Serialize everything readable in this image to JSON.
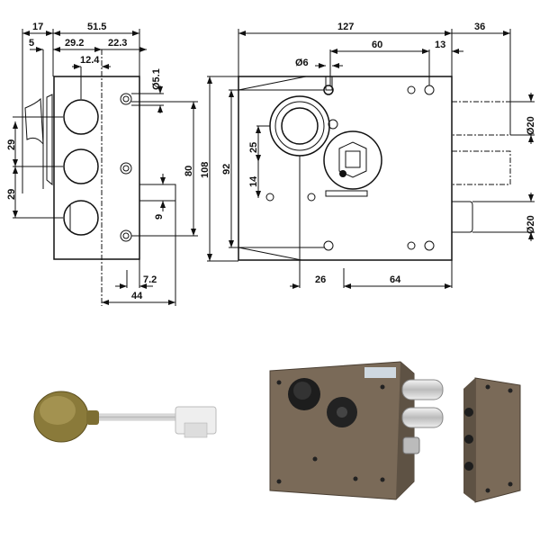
{
  "side_view": {
    "dims": {
      "d17": "17",
      "d51_5": "51.5",
      "d5": "5",
      "d29_2": "29.2",
      "d22_3": "22.3",
      "d12_4": "12.4",
      "d5_1": "Ø5.1",
      "d29a": "29",
      "d29b": "29",
      "d80": "80",
      "d9": "9",
      "d7_2": "7.2",
      "d44": "44",
      "d108": "108"
    }
  },
  "front_view": {
    "dims": {
      "d127": "127",
      "d36": "36",
      "d60": "60",
      "d13": "13",
      "d6": "Ø6",
      "d92": "92",
      "d25": "25",
      "d14": "14",
      "d20a": "Ø20",
      "d20b": "Ø20",
      "d26": "26",
      "d64": "64"
    }
  },
  "colors": {
    "lock_body": "#7a6a58",
    "key_head": "#8a7a3a",
    "bolt": "#d8d8d8"
  }
}
